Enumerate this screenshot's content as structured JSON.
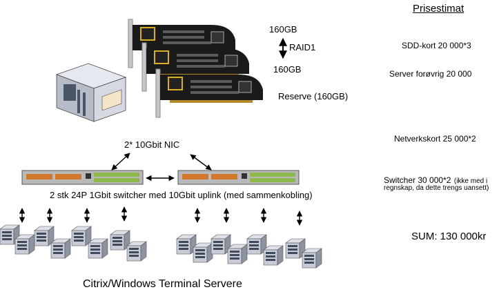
{
  "storage": {
    "capacity_top": "160GB",
    "raid": "RAID1",
    "capacity_mid": "160GB",
    "reserve": "Reserve (160GB)"
  },
  "network": {
    "nic": "2* 10Gbit NIC",
    "switch_caption": "2 stk 24P 1Gbit switcher med 10Gbit uplink (med sammenkobling)"
  },
  "servers": {
    "caption": "Citrix/Windows Terminal Servere"
  },
  "price": {
    "title": "Prisestimat",
    "ssd": "SDD-kort 20 000*3",
    "server": "Server forøvrig 20 000",
    "nic": "Netverkskort 25 000*2",
    "switch_main": "Switcher 30 000*2",
    "switch_note_1": "(ikke med i",
    "switch_note_2": "regnskap, da dette trengs uansett)",
    "sum": "SUM: 130 000kr"
  },
  "colors": {
    "card_pcb": "#1a1a1a",
    "card_bracket": "#c8c8c8",
    "switch_body": "#b9b9b9",
    "port_orange": "#d2782c",
    "port_green": "#8fb84c",
    "server_case": "#c9ccd6",
    "server_dark": "#3f4a5c"
  }
}
